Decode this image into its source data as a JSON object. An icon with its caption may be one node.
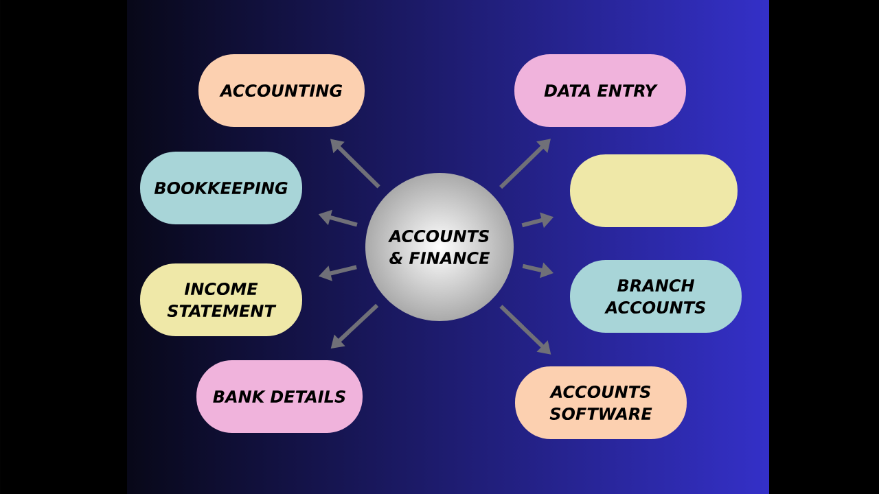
{
  "diagram": {
    "nodes": [
      {
        "text": [
          "ACCOUNTS & FINANCE"
        ]
      },
      {
        "text": [
          "ACCOUNTING"
        ]
      },
      {
        "text": [
          "DATA ENTRY"
        ]
      },
      {
        "text": [
          "BOOKKEEPING"
        ]
      },
      {
        "text": [],
        "shape": "box"
      },
      {
        "text": [
          "INCOME STATEMENT"
        ]
      },
      {
        "text": [
          "BRANCH ACCOUNTS"
        ]
      },
      {
        "text": [
          "BANK DETAILS"
        ]
      },
      {
        "text": [
          "ACCOUNTS SOFTWARE"
        ]
      }
    ],
    "edges": [
      {
        "from": 0,
        "to": 1,
        "arrow": "to"
      },
      {
        "from": 0,
        "to": 2,
        "arrow": "to"
      },
      {
        "from": 0,
        "to": 3,
        "arrow": "to"
      },
      {
        "from": 0,
        "to": 4,
        "arrow": "to"
      },
      {
        "from": 0,
        "to": 5,
        "arrow": "to"
      },
      {
        "from": 0,
        "to": 6,
        "arrow": "to"
      },
      {
        "from": 0,
        "to": 7,
        "arrow": "to"
      },
      {
        "from": 0,
        "to": 8,
        "arrow": "to"
      }
    ]
  }
}
